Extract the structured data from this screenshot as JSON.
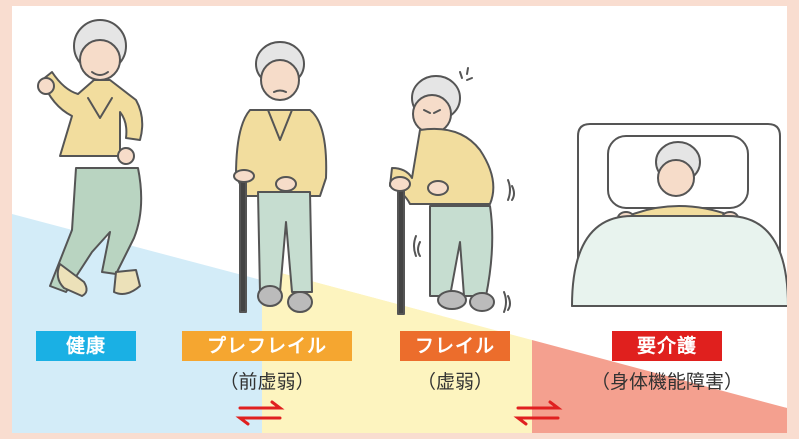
{
  "stages": [
    {
      "label": "健康",
      "sub": "",
      "color": "#1ab0e4"
    },
    {
      "label": "プレフレイル",
      "sub": "（前虚弱）",
      "color": "#f5a630"
    },
    {
      "label": "フレイル",
      "sub": "（虚弱）",
      "color": "#ec6d2c"
    },
    {
      "label": "要介護",
      "sub": "（身体機能障害）",
      "color": "#e0201e"
    }
  ],
  "colors": {
    "frame": "#f9ddd0",
    "zone_health": "#d3ecf8",
    "zone_prefrail": "#fdf4bf",
    "zone_care": "#f4a08f",
    "arrow": "#e02020"
  },
  "icons": [
    "man-walking-icon",
    "elder-with-cane-icon",
    "frail-elder-with-cane-icon",
    "bedridden-elder-icon",
    "two-way-arrow-icon"
  ]
}
